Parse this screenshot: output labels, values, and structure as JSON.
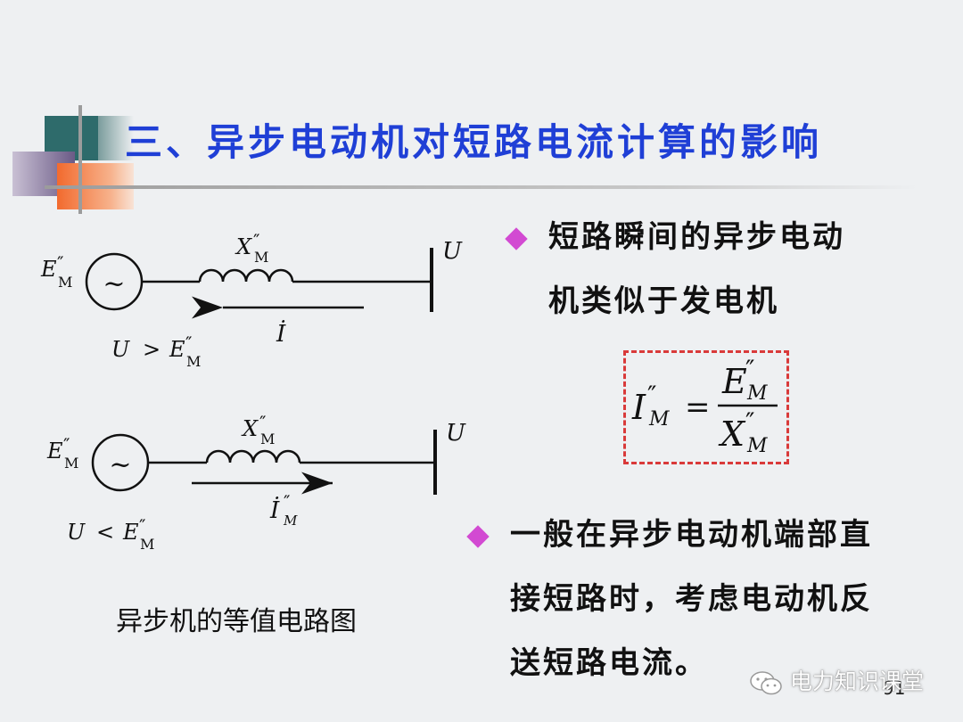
{
  "title": "三、异步电动机对短路电流计算的影响",
  "bullet1": {
    "line1": "短路瞬间的异步电动",
    "line2": "机类似于发电机"
  },
  "formula": {
    "lhs_symbol": "I",
    "lhs_prime": "″",
    "lhs_sub": "M",
    "equals": "=",
    "num_symbol": "E",
    "num_prime": "″",
    "num_sub": "M",
    "den_symbol": "X",
    "den_prime": "″",
    "den_sub": "M"
  },
  "bullet2": {
    "line1": "一般在异步电动机端部直",
    "line2": "接短路时，考虑电动机反",
    "line3": "送短路电流。"
  },
  "circuit1": {
    "source_symbol": "E",
    "source_prime": "″",
    "source_sub": "M",
    "source_glyph": "~",
    "reactance_symbol": "X",
    "reactance_prime": "″",
    "reactance_sub": "M",
    "bus_label": "U",
    "current_label": "İ",
    "condition_lhs": "U",
    "condition_op": ">",
    "condition_symbol": "E",
    "condition_prime": "″",
    "condition_sub": "M"
  },
  "circuit2": {
    "source_symbol": "E",
    "source_prime": "″",
    "source_sub": "M",
    "source_glyph": "~",
    "reactance_symbol": "X",
    "reactance_prime": "″",
    "reactance_sub": "M",
    "bus_label": "U",
    "current_label": "İ",
    "current_prime": "″",
    "current_sub": "M",
    "condition_lhs": "U",
    "condition_op": "<",
    "condition_symbol": "E",
    "condition_prime": "″",
    "condition_sub": "M"
  },
  "caption": "异步机的等值电路图",
  "watermark": "电力知识课堂",
  "page_number": "91",
  "colors": {
    "title": "#1f3fd6",
    "bullet": "#d24ad2",
    "box_border": "#d93a3a",
    "background": "#eef0f2"
  }
}
